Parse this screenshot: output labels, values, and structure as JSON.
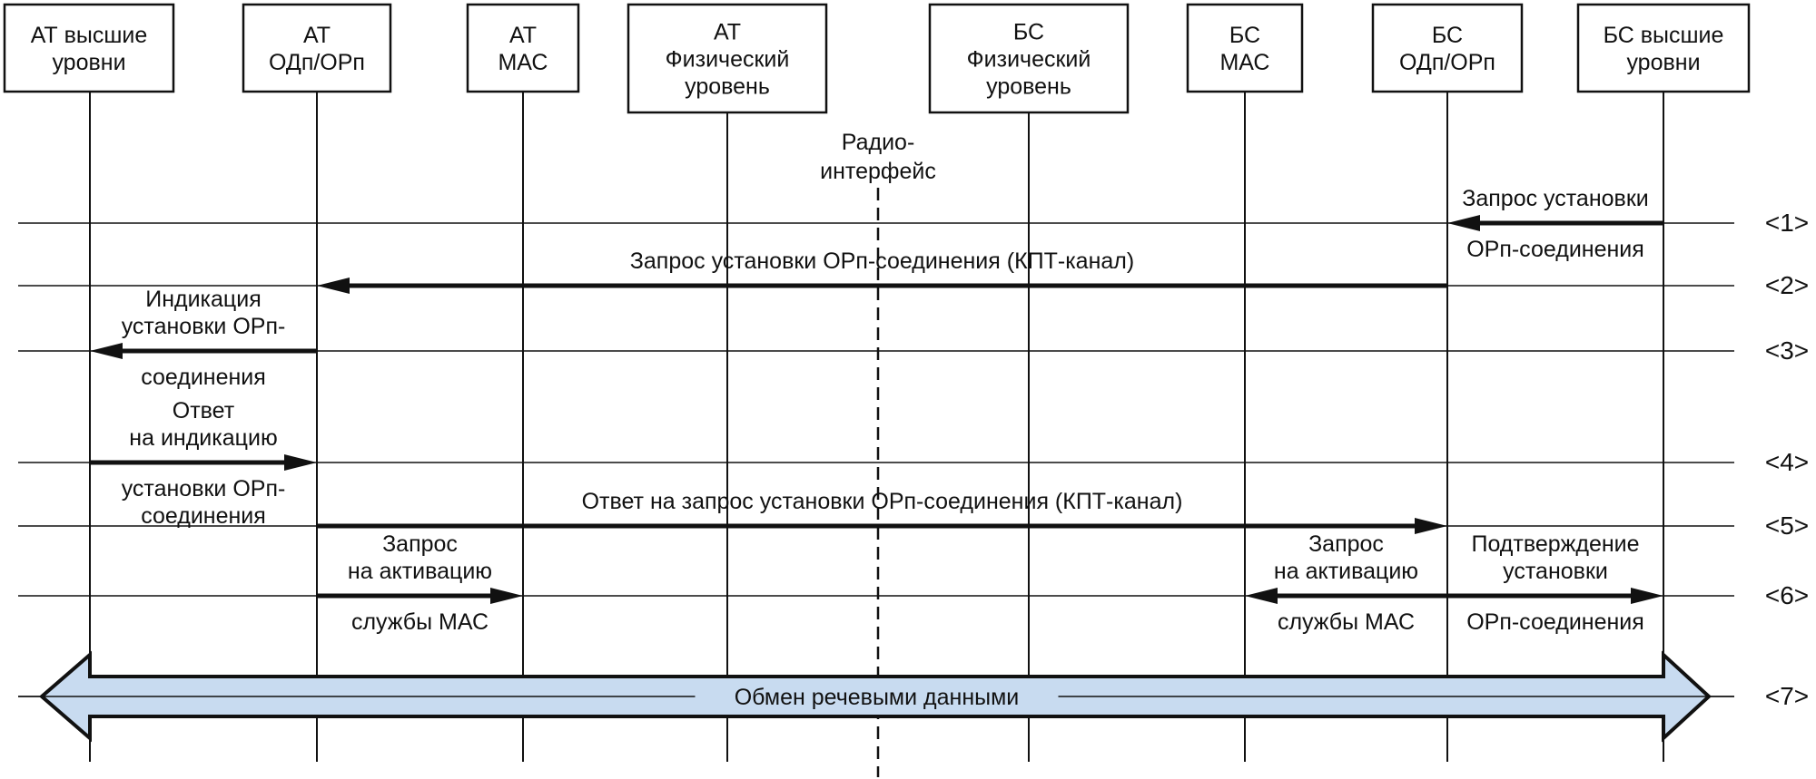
{
  "entities": [
    {
      "id": "at_high",
      "lines": [
        "АТ высшие",
        "уровни"
      ]
    },
    {
      "id": "at_odp",
      "lines": [
        "АТ",
        "ОДп/ОРп"
      ]
    },
    {
      "id": "at_mac",
      "lines": [
        "АТ",
        "МАС"
      ]
    },
    {
      "id": "at_phy",
      "lines": [
        "АТ",
        "Физический",
        "уровень"
      ]
    },
    {
      "id": "bs_phy",
      "lines": [
        "БС",
        "Физический",
        "уровень"
      ]
    },
    {
      "id": "bs_mac",
      "lines": [
        "БС",
        "МАС"
      ]
    },
    {
      "id": "bs_odp",
      "lines": [
        "БС",
        "ОДп/ОРп"
      ]
    },
    {
      "id": "bs_high",
      "lines": [
        "БС высшие",
        "уровни"
      ]
    }
  ],
  "radio_interface_label": [
    "Радио-",
    "интерфейс"
  ],
  "steps": [
    "<1>",
    "<2>",
    "<3>",
    "<4>",
    "<5>",
    "<6>",
    "<7>"
  ],
  "messages": [
    {
      "step": 1,
      "from": "bs_high",
      "to": "bs_odp",
      "label_above": [
        "Запрос установки"
      ],
      "label_below": [
        "ОРп-соединения"
      ]
    },
    {
      "step": 2,
      "from": "bs_odp",
      "to": "at_odp",
      "label_above": [
        "Запрос установки ОРп-соединения (КПТ-канал)"
      ],
      "label_below": []
    },
    {
      "step": 3,
      "from": "at_odp",
      "to": "at_high",
      "label_above": [
        "Индикация",
        "установки ОРп-"
      ],
      "label_below": [
        "соединения"
      ]
    },
    {
      "step": 4,
      "from": "at_high",
      "to": "at_odp",
      "label_above": [
        "Ответ",
        "на индикацию"
      ],
      "label_below": [
        "установки ОРп-",
        "соединения"
      ]
    },
    {
      "step": 5,
      "from": "at_odp",
      "to": "bs_odp",
      "label_above": [
        "Ответ на запрос установки ОРп-соединения (КПТ-канал)"
      ],
      "label_below": []
    },
    {
      "step": 6,
      "from": "at_odp",
      "to": "at_mac",
      "label_above": [
        "Запрос",
        "на активацию"
      ],
      "label_below": [
        "службы МАС"
      ]
    },
    {
      "step": 6,
      "from": "bs_odp",
      "to": "bs_mac",
      "label_above": [
        "Запрос",
        "на активацию"
      ],
      "label_below": [
        "службы МАС"
      ]
    },
    {
      "step": 6,
      "from": "bs_odp",
      "to": "bs_high",
      "label_above": [
        "Подтверждение",
        "установки"
      ],
      "label_below": [
        "ОРп-соединения"
      ]
    }
  ],
  "data_exchange": {
    "step": 7,
    "from": "at_high",
    "to": "bs_high",
    "label": "Обмен речевыми данными",
    "fill": "#c8dbf0"
  },
  "colors": {
    "line": "#111111",
    "arrow_fill": "#c8dbf0",
    "background": "#ffffff"
  }
}
